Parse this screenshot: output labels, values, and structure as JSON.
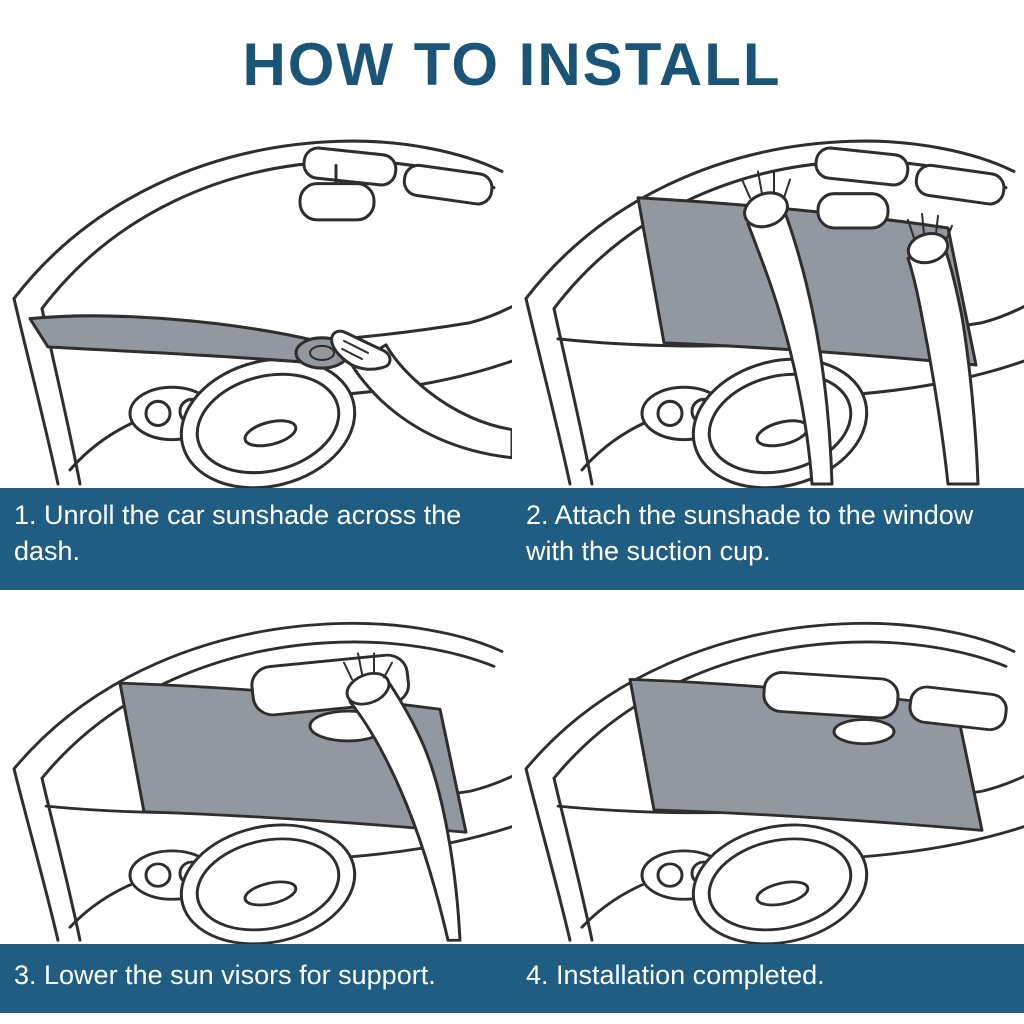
{
  "title": "HOW TO INSTALL",
  "colors": {
    "title": "#1a5578",
    "band": "#1f5d82",
    "sunshade": "#9298a0",
    "line": "#2e2e2e"
  },
  "steps": [
    {
      "label": "1. Unroll the car sunshade across the dash.",
      "illustration": "hand-unrolling-sunshade-across-dash"
    },
    {
      "label": "2. Attach the sunshade to the window with the suction cup.",
      "illustration": "hands-pressing-sunshade-to-windshield"
    },
    {
      "label": "3. Lower the sun visors for support.",
      "illustration": "hand-lowering-sun-visor-over-sunshade"
    },
    {
      "label": "4. Installation completed.",
      "illustration": "sunshade-installed-with-visors-down"
    }
  ]
}
